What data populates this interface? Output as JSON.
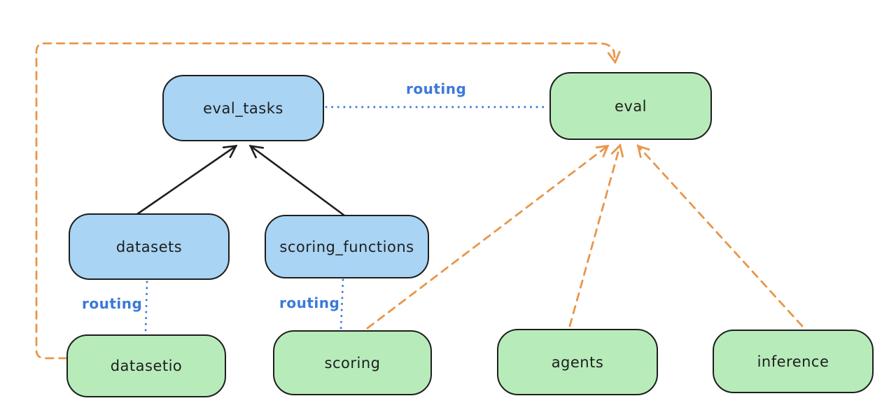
{
  "diagram": {
    "colors": {
      "background": "#ffffff",
      "node_border": "#1e1e1e",
      "blue_node_fill": "#a9d4f4",
      "green_node_fill": "#b7ecba",
      "black_arrow": "#1e1e1e",
      "routing_blue": "#3b79d8",
      "orange_dash": "#e8964a"
    },
    "nodes": {
      "eval_tasks": {
        "label": "eval_tasks",
        "color": "blue"
      },
      "eval": {
        "label": "eval",
        "color": "green"
      },
      "datasets": {
        "label": "datasets",
        "color": "blue"
      },
      "scoring_functions": {
        "label": "scoring_functions",
        "color": "blue"
      },
      "datasetio": {
        "label": "datasetio",
        "color": "green"
      },
      "scoring": {
        "label": "scoring",
        "color": "green"
      },
      "agents": {
        "label": "agents",
        "color": "green"
      },
      "inference": {
        "label": "inference",
        "color": "green"
      }
    },
    "edge_labels": {
      "eval_tasks_to_eval": "routing",
      "datasets_to_datasetio": "routing",
      "scoring_functions_to_scoring": "routing"
    },
    "edges": [
      {
        "from": "datasets",
        "to": "eval_tasks",
        "style": "solid-arrow",
        "color": "black"
      },
      {
        "from": "scoring_functions",
        "to": "eval_tasks",
        "style": "solid-arrow",
        "color": "black"
      },
      {
        "from": "eval_tasks",
        "to": "eval",
        "style": "dotted",
        "color": "blue",
        "label": "routing"
      },
      {
        "from": "datasets",
        "to": "datasetio",
        "style": "dotted",
        "color": "blue",
        "label": "routing"
      },
      {
        "from": "scoring_functions",
        "to": "scoring",
        "style": "dotted",
        "color": "blue",
        "label": "routing"
      },
      {
        "from": "datasetio",
        "to": "eval",
        "style": "dashed-arrow",
        "color": "orange"
      },
      {
        "from": "scoring",
        "to": "eval",
        "style": "dashed-arrow",
        "color": "orange"
      },
      {
        "from": "agents",
        "to": "eval",
        "style": "dashed-arrow",
        "color": "orange"
      },
      {
        "from": "inference",
        "to": "eval",
        "style": "dashed-arrow",
        "color": "orange"
      }
    ]
  }
}
